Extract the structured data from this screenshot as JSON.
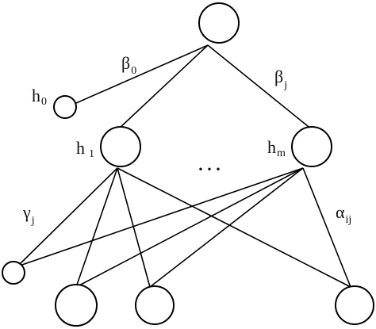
{
  "diagram": {
    "labels": {
      "beta0": {
        "main": "β",
        "sub": "0"
      },
      "betaj": {
        "main": "β",
        "sub": "j"
      },
      "h0": {
        "main": "h",
        "sub": "0"
      },
      "h1": {
        "main": "h",
        "sub": "1"
      },
      "hm": {
        "main": "h",
        "sub": "m"
      },
      "gammaj": {
        "main": "γ",
        "sub": "j"
      },
      "alphaij": {
        "main": "α",
        "sub": "ij"
      }
    },
    "ellipsis": "···"
  }
}
